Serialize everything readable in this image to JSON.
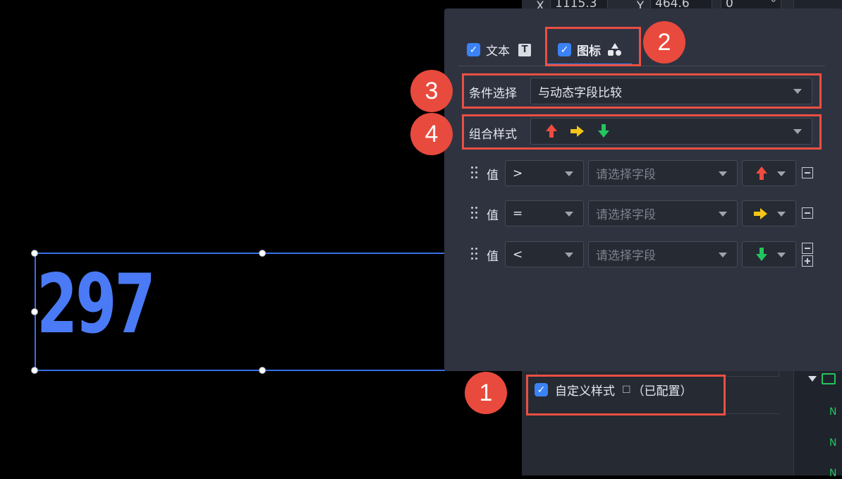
{
  "coords": {
    "x_label": "X",
    "x_value": "1115.3",
    "y_label": "Y",
    "y_value": "464.6",
    "rot_value": "0",
    "rot_unit": "°"
  },
  "widget": {
    "number": "297"
  },
  "popover": {
    "tabs": [
      {
        "label": "文本",
        "checked": true,
        "icon": "text-T-icon"
      },
      {
        "label": "图标",
        "checked": true,
        "icon": "shapes-icon"
      }
    ],
    "condition": {
      "label": "条件选择",
      "value": "与动态字段比较"
    },
    "combo_style": {
      "label": "组合样式",
      "icons": [
        "arrow-up-red-icon",
        "arrow-right-yellow-icon",
        "arrow-down-green-icon"
      ]
    },
    "rules": [
      {
        "label": "值",
        "operator": ">",
        "field_placeholder": "请选择字段",
        "icon": "arrow-up-red-icon"
      },
      {
        "label": "值",
        "operator": "=",
        "field_placeholder": "请选择字段",
        "icon": "arrow-right-yellow-icon"
      },
      {
        "label": "值",
        "operator": "<",
        "field_placeholder": "请选择字段",
        "icon": "arrow-down-green-icon"
      }
    ]
  },
  "custom_style": {
    "label": "自定义样式",
    "status": "（已配置）",
    "checked": true
  },
  "tree": {
    "items": [
      "N",
      "N",
      "N"
    ]
  },
  "annotations": [
    "1",
    "2",
    "3",
    "4"
  ],
  "colors": {
    "accent": "#3b82f6",
    "number": "#4a7af5",
    "highlight": "#ea4f43",
    "up": "#ef4b3f",
    "neutral": "#f5c518",
    "down": "#22c55e"
  }
}
